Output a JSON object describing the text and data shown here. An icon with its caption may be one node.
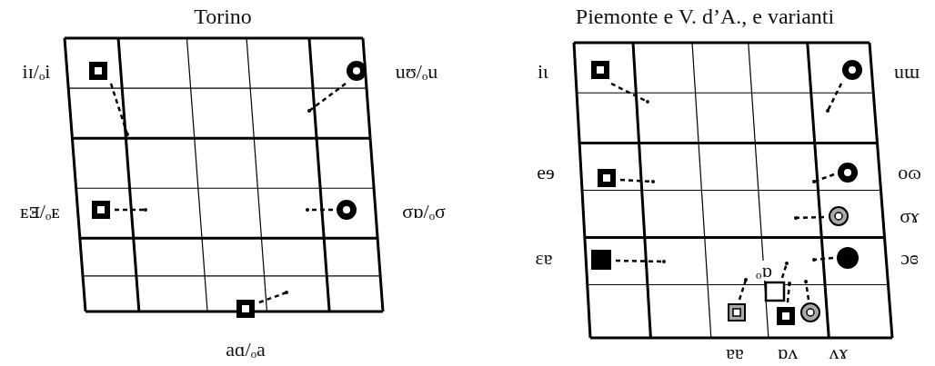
{
  "diagram": {
    "labels": [
      "Torino",
      "Piemonte e V. d’A., e varianti",
      "iɪ/ₒi",
      "uʊ/ₒu",
      "iɩ",
      "uɯ",
      "eɘ",
      "oɷ",
      "ᴇⱻ/ₒᴇ",
      "σɒ/ₒσ",
      "σɤ",
      "ɛɐ",
      "ɔɞ",
      "ₒɒ",
      "aɑ/ₒa",
      "ɐɐ",
      "ɒʌ",
      "ʌɤ"
    ]
  }
}
